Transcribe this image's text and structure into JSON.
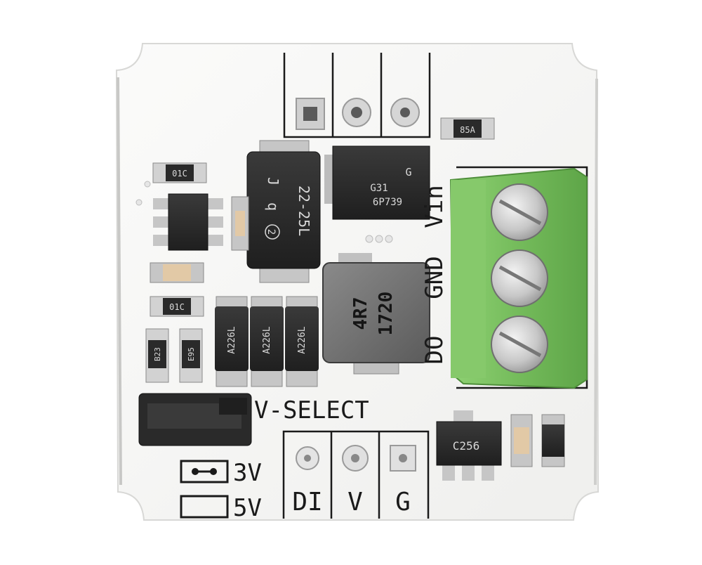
{
  "silkscreen": {
    "v_select": "V-SELECT",
    "opt_3v": "3V",
    "opt_5v": "5V",
    "pin_di": "DI",
    "pin_v": "V",
    "pin_g": "G",
    "pin_do": "DO",
    "pin_gnd": "GND",
    "pin_vin": "Vin"
  },
  "component_markings": {
    "inductor_line1": "4R7",
    "inductor_line2": "1720",
    "diode_line1": "22-25L",
    "diode_line2": "J",
    "diode_line3": "q",
    "diode_line4": "2",
    "resistor_top_right": "85A",
    "resistor_left_top": "01C",
    "resistor_left_mid": "01C",
    "resistor_b23": "B23",
    "resistor_e95": "E95",
    "cap_1": "A226L",
    "cap_2": "A226L",
    "cap_3": "A226L",
    "sot_chip": "C256",
    "mosfet_line1": "G",
    "mosfet_line2": "G31",
    "mosfet_line3": "6P739"
  },
  "colors": {
    "board": "#f7f7f5",
    "terminal_block": "#7cc264",
    "silkscreen": "#1a1a1a",
    "pad": "#c9c9c9",
    "chip": "#2b2b2b"
  }
}
